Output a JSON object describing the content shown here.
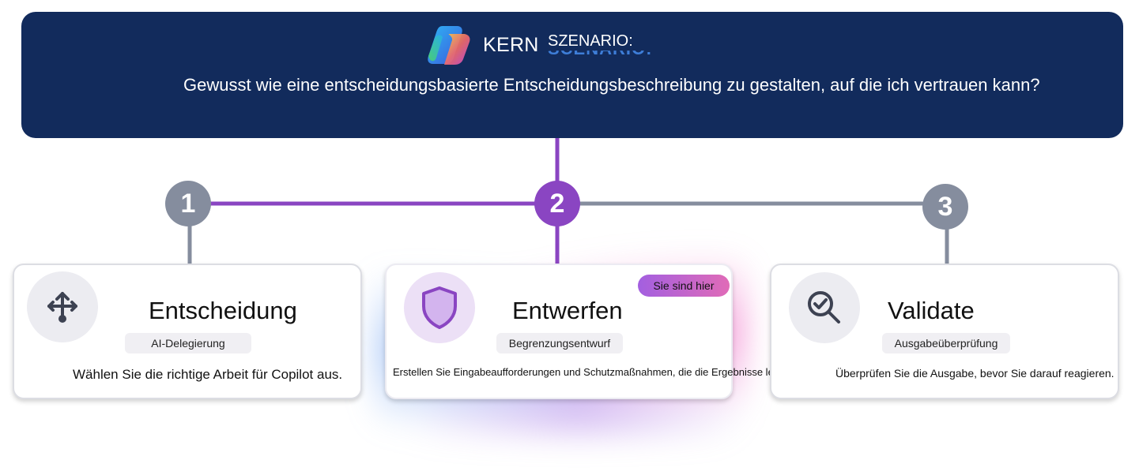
{
  "header": {
    "kern_label": "KERN",
    "scenario_label": "SZENARIO:",
    "scenario_ghost_label": "SCENARIO:",
    "question": "Gewusst wie eine entscheidungsbasierte Entscheidungsbeschreibung zu gestalten, auf die ich vertrauen kann?",
    "logo_icon": "copilot-logo-icon"
  },
  "colors": {
    "banner": "#122b5c",
    "step_inactive": "#858d9e",
    "step_active": "#8a45c2",
    "connector_active": "#8a45c2",
    "connector_inactive": "#858d9e"
  },
  "steps": [
    {
      "number": "1",
      "title": "Entscheidung",
      "tag": "AI-Delegierung",
      "description": "Wählen Sie die richtige Arbeit für Copilot aus.",
      "icon": "split-arrows-icon",
      "active": false
    },
    {
      "number": "2",
      "title": "Entwerfen",
      "tag": "Begrenzungsentwurf",
      "description": "Erstellen Sie Eingabeaufforderungen und Schutzmaßnahmen, die die Ergebnisse leiten.",
      "icon": "shield-icon",
      "active": true,
      "badge": "Sie sind hier"
    },
    {
      "number": "3",
      "title": "Validate",
      "tag": "Ausgabeüberprüfung",
      "description": "Überprüfen Sie die Ausgabe, bevor Sie darauf reagieren.",
      "icon": "magnifier-check-icon",
      "active": false
    }
  ]
}
